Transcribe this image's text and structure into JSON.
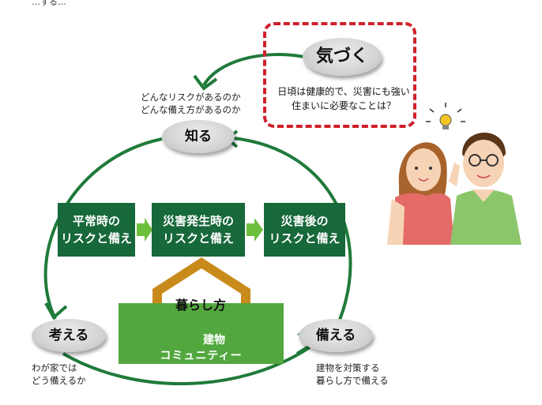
{
  "header_fragment": "…する…",
  "stages": {
    "kizuku": "気づく",
    "shiru": "知る",
    "kangaeru": "考える",
    "sonaeru": "備える"
  },
  "kizuku_box": {
    "line1": "日頃は健康的で、災害にも強い",
    "line2": "住まいに必要なことは？"
  },
  "shiru_note": {
    "line1": "どんなリスクがあるのか",
    "line2": "どんな備え方があるのか"
  },
  "kangaeru_note": {
    "line1": "わが家では",
    "line2": "どう備えるか"
  },
  "sonaeru_note": {
    "line1": "建物を対策する",
    "line2": "暮らし方で備える"
  },
  "phases": [
    {
      "label": "平常時の\nリスクと備え"
    },
    {
      "label": "災害発生時の\nリスクと備え"
    },
    {
      "label": "災害後の\nリスクと備え"
    }
  ],
  "foundation": {
    "house_label": "暮らし方",
    "building_label": "建物",
    "community_label": "コミュニティー"
  },
  "colors": {
    "dark_green": "#17683a",
    "arrow_green": "#6cbf3c",
    "cycle_green": "#1f7a3a",
    "base_green": "#52a83e",
    "house_brown": "#c98a1c",
    "dashed_red": "#d0202a"
  }
}
